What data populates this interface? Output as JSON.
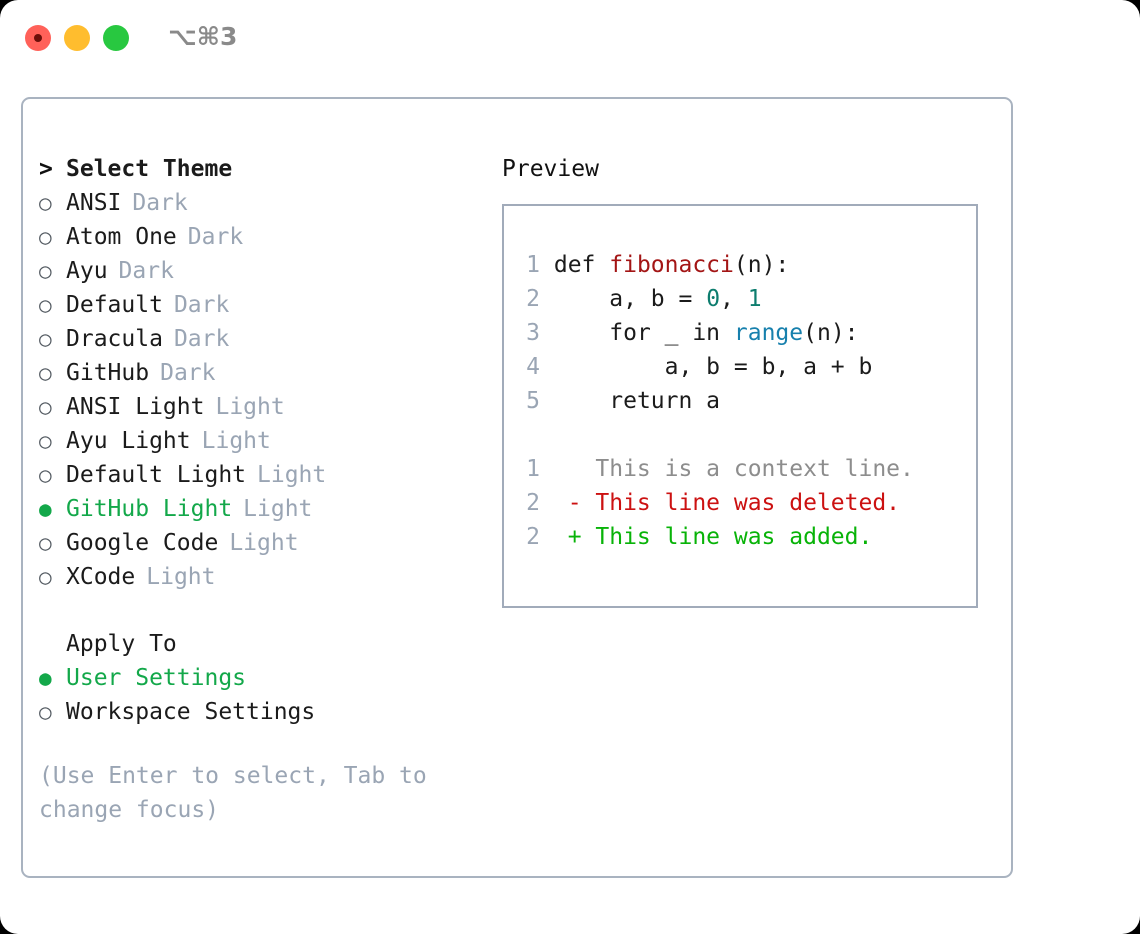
{
  "titlebar": {
    "shortcut": "⌥⌘3",
    "buttons": [
      {
        "name": "close",
        "color": "#ff6159"
      },
      {
        "name": "minimize",
        "color": "#ffbd2e"
      },
      {
        "name": "zoom",
        "color": "#28c840"
      }
    ]
  },
  "colors": {
    "selected_green": "#13a84a",
    "badge_grey": "#9aa5b4",
    "panel_border": "#a9b3c0",
    "preview_border": "#a1abba",
    "diff_add": "#08b308",
    "diff_del": "#cc1111",
    "diff_ctx": "#8d8d8d",
    "syntax_function": "#a31515",
    "syntax_number": "#0d7d6e",
    "syntax_call": "#1780ad"
  },
  "theme_list": {
    "header_marker": ">",
    "header_label": "Select Theme",
    "marker_unselected": "○",
    "marker_selected": "●",
    "items": [
      {
        "label": "ANSI",
        "badge": "Dark",
        "selected": false
      },
      {
        "label": "Atom One",
        "badge": "Dark",
        "selected": false
      },
      {
        "label": "Ayu",
        "badge": "Dark",
        "selected": false
      },
      {
        "label": "Default",
        "badge": "Dark",
        "selected": false
      },
      {
        "label": "Dracula",
        "badge": "Dark",
        "selected": false
      },
      {
        "label": "GitHub",
        "badge": "Dark",
        "selected": false
      },
      {
        "label": "ANSI Light",
        "badge": "Light",
        "selected": false
      },
      {
        "label": "Ayu Light",
        "badge": "Light",
        "selected": false
      },
      {
        "label": "Default Light",
        "badge": "Light",
        "selected": false
      },
      {
        "label": "GitHub Light",
        "badge": "Light",
        "selected": true
      },
      {
        "label": "Google Code",
        "badge": "Light",
        "selected": false
      },
      {
        "label": "XCode",
        "badge": "Light",
        "selected": false
      }
    ]
  },
  "apply_to": {
    "header_label": "Apply To",
    "items": [
      {
        "label": "User Settings",
        "selected": true
      },
      {
        "label": "Workspace Settings",
        "selected": false
      }
    ]
  },
  "hint": "(Use Enter to select, Tab to change focus)",
  "preview": {
    "title": "Preview",
    "code_lines": [
      {
        "num": "1",
        "segments": [
          {
            "text": "def ",
            "cls": "tok-kw"
          },
          {
            "text": "fibonacci",
            "cls": "tok-fn"
          },
          {
            "text": "(n):",
            "cls": "ctext"
          }
        ]
      },
      {
        "num": "2",
        "segments": [
          {
            "text": "    a, b = ",
            "cls": "ctext"
          },
          {
            "text": "0",
            "cls": "tok-num"
          },
          {
            "text": ", ",
            "cls": "ctext"
          },
          {
            "text": "1",
            "cls": "tok-num"
          }
        ]
      },
      {
        "num": "3",
        "segments": [
          {
            "text": "    for _ in ",
            "cls": "ctext"
          },
          {
            "text": "range",
            "cls": "tok-call"
          },
          {
            "text": "(n):",
            "cls": "ctext"
          }
        ]
      },
      {
        "num": "4",
        "segments": [
          {
            "text": "        a, b = b, a + b",
            "cls": "ctext"
          }
        ]
      },
      {
        "num": "5",
        "segments": [
          {
            "text": "    return a",
            "cls": "ctext"
          }
        ]
      }
    ],
    "diff_lines": [
      {
        "num": "1",
        "sign": " ",
        "text": "This is a context line.",
        "kind": "diff-ctx"
      },
      {
        "num": "2",
        "sign": "-",
        "text": "This line was deleted.",
        "kind": "diff-del"
      },
      {
        "num": "2",
        "sign": "+",
        "text": "This line was added.",
        "kind": "diff-add"
      }
    ]
  }
}
